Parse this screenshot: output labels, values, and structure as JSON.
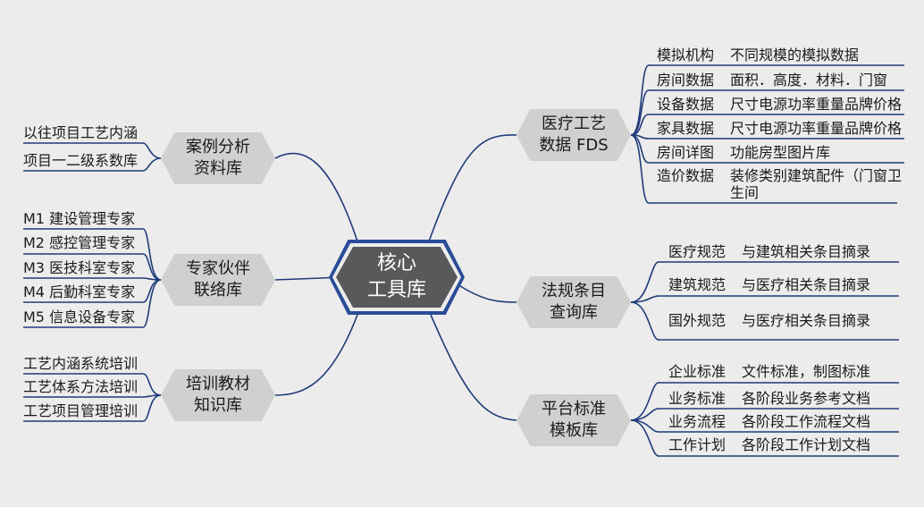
{
  "center": {
    "title": "核心\n工具库"
  },
  "colors": {
    "line": "#1f3b7a",
    "hex": "#d0d0d0",
    "core_fill": "#58595b",
    "core_border": "#2a4c97"
  },
  "left_branches": [
    {
      "label": "案例分析\n资料库",
      "leaves": [
        "以往项目工艺内涵",
        "项目一二级系数库"
      ]
    },
    {
      "label": "专家伙伴\n联络库",
      "leaves": [
        "M1 建设管理专家",
        "M2 感控管理专家",
        "M3 医技科室专家",
        "M4 后勤科室专家",
        "M5 信息设备专家"
      ]
    },
    {
      "label": "培训教材\n知识库",
      "leaves": [
        "工艺内涵系统培训",
        "工艺体系方法培训",
        "工艺项目管理培训"
      ]
    }
  ],
  "right_branches": [
    {
      "label": "医疗工艺\n数据 FDS",
      "leaves": [
        {
          "key": "模拟机构",
          "value": "不同规模的模拟数据"
        },
        {
          "key": "房间数据",
          "value": "面积．高度．材料．门窗"
        },
        {
          "key": "设备数据",
          "value": "尺寸电源功率重量品牌价格"
        },
        {
          "key": "家具数据",
          "value": "尺寸电源功率重量品牌价格"
        },
        {
          "key": "房间详图",
          "value": "功能房型图片库"
        },
        {
          "key": "造价数据",
          "value": "装修类别建筑配件（门窗卫生间"
        }
      ]
    },
    {
      "label": "法规条目\n查询库",
      "leaves": [
        {
          "key": "医疗规范",
          "value": "与建筑相关条目摘录"
        },
        {
          "key": "建筑规范",
          "value": "与医疗相关条目摘录"
        },
        {
          "key": "国外规范",
          "value": "与医疗相关条目摘录"
        }
      ]
    },
    {
      "label": "平台标准\n模板库",
      "leaves": [
        {
          "key": "企业标准",
          "value": "文件标准，制图标准"
        },
        {
          "key": "业务标准",
          "value": "各阶段业务参考文档"
        },
        {
          "key": "业务流程",
          "value": "各阶段工作流程文档"
        },
        {
          "key": "工作计划",
          "value": "各阶段工作计划文档"
        }
      ]
    }
  ]
}
